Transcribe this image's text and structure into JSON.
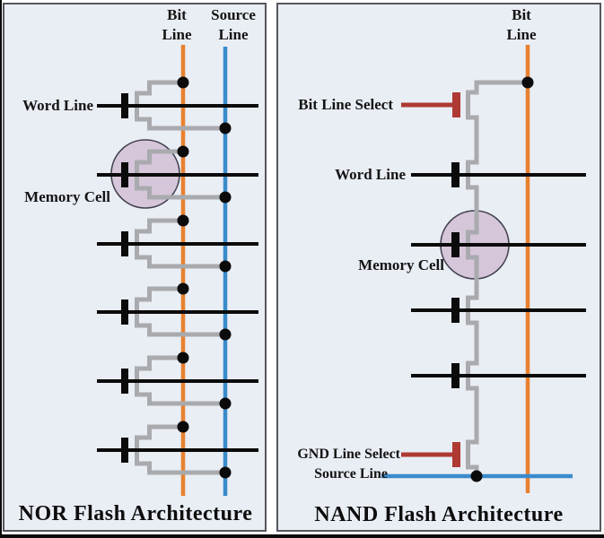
{
  "left_panel": {
    "title": "NOR Flash Architecture",
    "header": {
      "bit_line": [
        "Bit",
        "Line"
      ],
      "source_line": [
        "Source",
        "Line"
      ]
    },
    "row_labels": {
      "word_line": "Word Line",
      "memory_cell": "Memory Cell"
    }
  },
  "right_panel": {
    "title": "NAND Flash Architecture",
    "header": {
      "bit_line": [
        "Bit",
        "Line"
      ]
    },
    "row_labels": {
      "bit_line_select": "Bit Line Select",
      "word_line": "Word Line",
      "memory_cell": "Memory Cell",
      "gnd_line_select": "GND Line Select",
      "source_line": "Source Line"
    }
  },
  "colors": {
    "ink": "#0b0b0b",
    "bit_line_orange": "#e8812f",
    "source_line_blue": "#3a8bcb",
    "transistor_gray": "#a9aaae",
    "select_red": "#ae3a33",
    "memory_cell_fill": "#d6c6da",
    "memory_cell_stroke": "#41414f",
    "panel_bg": "#e9edf4",
    "panel_border": "#55565e"
  }
}
